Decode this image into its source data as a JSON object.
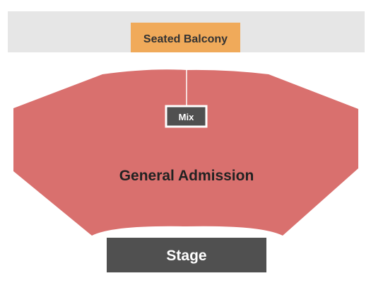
{
  "sections": {
    "balcony_area_color": "#e6e6e6",
    "balcony": {
      "label": "Seated Balcony",
      "color": "#f0aa5a",
      "text_color": "#333333"
    },
    "general_admission": {
      "label": "General Admission",
      "color": "#d9706e",
      "text_color": "#222222"
    },
    "mix": {
      "label": "Mix",
      "color": "#505050",
      "border_color": "#ffffff",
      "text_color": "#ffffff"
    },
    "stage": {
      "label": "Stage",
      "color": "#505050",
      "text_color": "#ffffff"
    }
  }
}
